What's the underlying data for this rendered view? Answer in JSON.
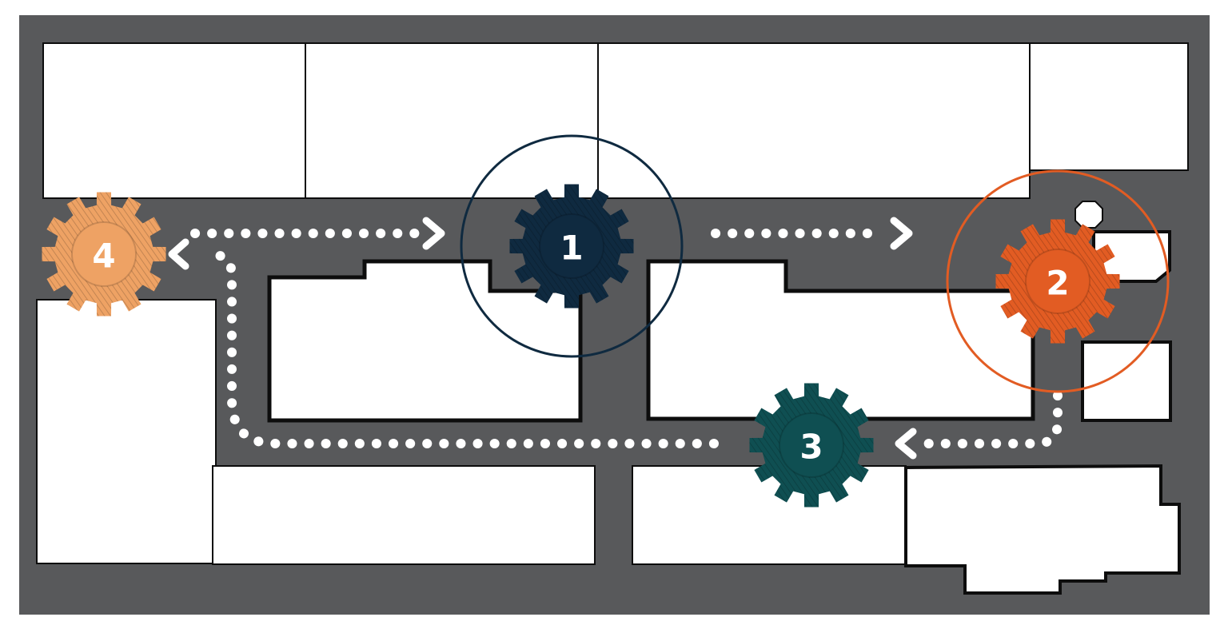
{
  "colors": {
    "background": "#ffffff",
    "road": "#58595b",
    "building_fill": "#ffffff",
    "building_stroke": "#0d0d0d",
    "route": "#ffffff"
  },
  "stops": [
    {
      "label": "1",
      "color": "#0f2a40",
      "ring_color": "#0f2a40",
      "has_ring": true,
      "icon": "gear-icon"
    },
    {
      "label": "2",
      "color": "#e25c23",
      "ring_color": "#e25c23",
      "has_ring": true,
      "icon": "gear-icon"
    },
    {
      "label": "3",
      "color": "#0f4f52",
      "ring_color": "",
      "has_ring": false,
      "icon": "gear-icon"
    },
    {
      "label": "4",
      "color": "#eea264",
      "ring_color": "",
      "has_ring": false,
      "icon": "gear-icon"
    }
  ],
  "route_order": [
    "4",
    "1",
    "2",
    "3",
    "4"
  ]
}
